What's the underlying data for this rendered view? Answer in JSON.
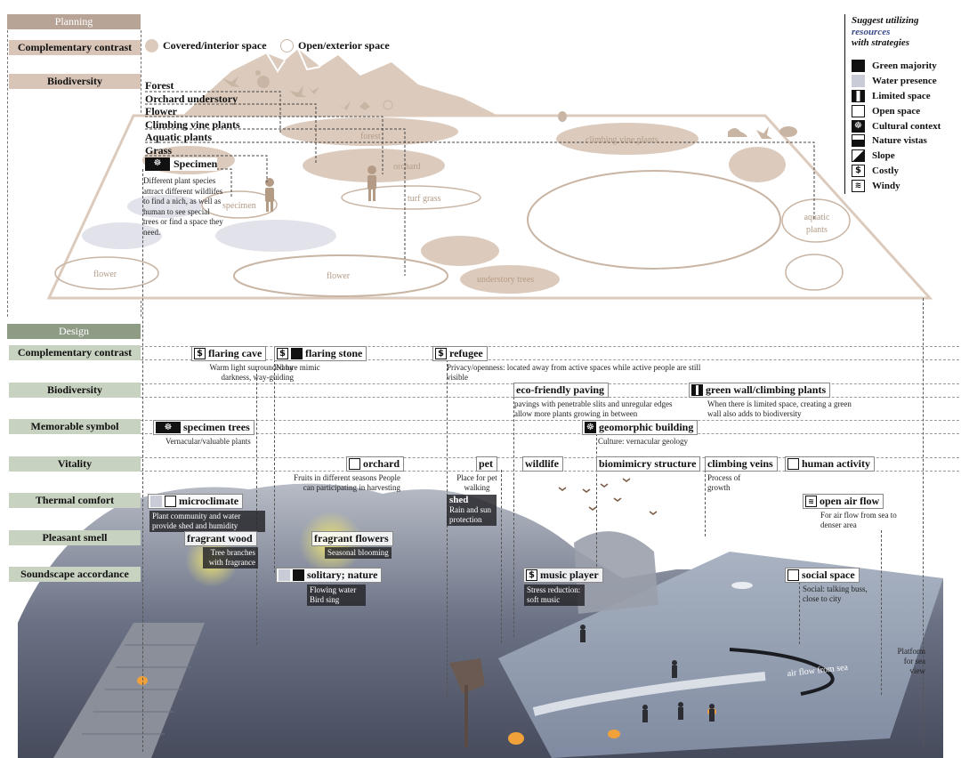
{
  "planning": {
    "header": "Planning",
    "rows": {
      "complementary": "Complementary contrast",
      "biodiversity": "Biodiversity"
    },
    "contrast_legend": {
      "covered": "Covered/interior space",
      "open": "Open/exterior space"
    },
    "layers": [
      "Forest",
      "Orchard understory",
      "Flower",
      "Climbing vine plants",
      "Aquatic plants",
      "Grass"
    ],
    "specimen_label": "Specimen",
    "specimen_desc": "Different plant species attract different wildlifes to find a nich, as well as human to see special trees or find a space they need.",
    "zones": {
      "forest": "forest",
      "climbing": "climbing vine plants",
      "orchard": "orchard",
      "turf": "turf grass",
      "specimen": "specimen",
      "aquatic": "aquatic plants",
      "flower1": "flower",
      "flower2": "flower",
      "understory": "understory trees"
    }
  },
  "legend": {
    "title": "Suggest utilizing",
    "title_highlight": "resources",
    "title_end": "with strategies",
    "items": [
      {
        "icon": "green-majority-icon",
        "label": "Green majority"
      },
      {
        "icon": "water-presence-icon",
        "label": "Water presence"
      },
      {
        "icon": "limited-space-icon",
        "label": "Limited space"
      },
      {
        "icon": "open-space-icon",
        "label": "Open space"
      },
      {
        "icon": "cultural-context-icon",
        "label": "Cultural context"
      },
      {
        "icon": "nature-vistas-icon",
        "label": "Nature vistas"
      },
      {
        "icon": "slope-icon",
        "label": "Slope"
      },
      {
        "icon": "costly-icon",
        "label": "Costly"
      },
      {
        "icon": "windy-icon",
        "label": "Windy"
      }
    ],
    "highlight_color": "#3a4a8a"
  },
  "design": {
    "header": "Design",
    "rows": [
      "Complementary contrast",
      "Biodiversity",
      "Memorable symbol",
      "Vitality",
      "Thermal comfort",
      "Pleasant smell",
      "Soundscape accordance"
    ],
    "tags": {
      "flaring_cave": "flaring cave",
      "flaring_cave_desc": "Warm light surrounded by darkness, way-guiding",
      "flaring_stone": "flaring stone",
      "flaring_stone_desc": "Nature mimic",
      "refugee": "refugee",
      "refugee_desc": "Privacy/openness: located away from active spaces while active people are still visible",
      "eco_paving": "eco-friendly paving",
      "eco_paving_desc": "pavings with penetrable slits and unregular edges allow more plants growing in between",
      "green_wall": "green wall/climbing plants",
      "green_wall_desc": "When there is limited space, creating a green wall also adds to biodiversity",
      "specimen_trees": "specimen trees",
      "specimen_trees_desc": "Vernacular/valuable plants",
      "geomorphic": "geomorphic building",
      "geomorphic_desc": "Culture: vernacular geology",
      "orchard": "orchard",
      "orchard_desc": "Fruits in different seasons People can participating in harvesting",
      "pet": "pet",
      "pet_desc": "Place for pet walking",
      "wildlife": "wildlife",
      "biomimicry": "biomimicry structure",
      "climbing_veins": "climbing veins",
      "climbing_veins_desc": "Process of growth",
      "human_activity": "human activity",
      "microclimate": "microclimate",
      "microclimate_desc": "Plant community and water provide shed and humidity",
      "shed": "shed",
      "shed_desc": "Rain and sun protection",
      "open_air": "open air flow",
      "open_air_desc": "For air flow from sea to denser area",
      "fragrant_wood": "fragrant wood",
      "fragrant_wood_desc": "Tree branches with fragrance",
      "fragrant_flowers": "fragrant flowers",
      "fragrant_flowers_desc": "Seasonal blooming",
      "solitary": "solitary; nature",
      "solitary_desc": "Flowing water Bird sing",
      "music_player": "music player",
      "music_player_desc": "Stress reduction: soft music",
      "social_space": "social space",
      "social_space_desc": "Social: talking buss, close to city",
      "platform_desc": "Platform for sea view",
      "airflow_label": "air flow from sea"
    }
  },
  "colors": {
    "planning_label": "#d8c5b8",
    "planning_header": "#b8a496",
    "design_label": "#c8d2c1",
    "design_header": "#8e9c86",
    "plan_fill": "#dccbbd",
    "plan_text": "#b49b86"
  }
}
